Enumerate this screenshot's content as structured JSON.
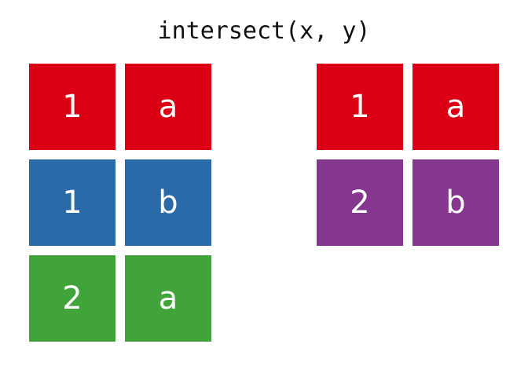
{
  "title": "intersect(x, y)",
  "colors": {
    "red": "#dc0014",
    "blue": "#2b6aa8",
    "green": "#41a43a",
    "purple": "#85368f"
  },
  "table_x": {
    "rows": [
      {
        "cells": [
          "1",
          "a"
        ],
        "color": "red"
      },
      {
        "cells": [
          "1",
          "b"
        ],
        "color": "blue"
      },
      {
        "cells": [
          "2",
          "a"
        ],
        "color": "green"
      }
    ]
  },
  "table_y": {
    "rows": [
      {
        "cells": [
          "1",
          "a"
        ],
        "color": "red"
      },
      {
        "cells": [
          "2",
          "b"
        ],
        "color": "purple"
      }
    ]
  }
}
